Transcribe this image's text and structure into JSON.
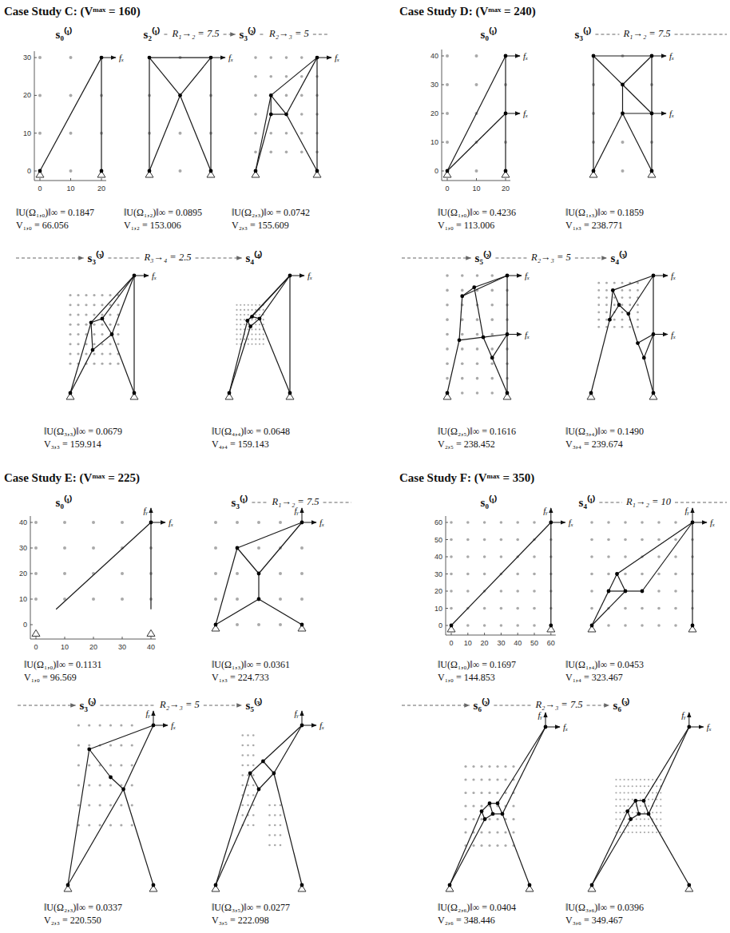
{
  "diagram": {
    "labels": [
      "Case Study C: (Vᵐᵃˣ = 160)",
      "s₀⁽¹⁾",
      "30",
      "20",
      "10",
      "0",
      "0",
      "10",
      "20",
      "fₓ",
      "‖U(Ω₁,₀)‖∞ = 0.1847",
      "V₁,₀ = 66.056",
      "s₂⁽¹⁾",
      "R₁→₂ = 7.5",
      "s₃⁽²⁾",
      "R₂→₃ = 5",
      "fₓ",
      "fₓ",
      "‖U(Ω₁,₂)‖∞ = 0.0895",
      "V₁,₂ = 153.006",
      "‖U(Ω₂,₃)‖∞ = 0.0742",
      "V₂,₃ = 155.609",
      "s₃⁽³⁾",
      "R₃→₄ = 2.5",
      "s₄⁽⁴⁾",
      "fₓ",
      "fₓ",
      "‖U(Ω₃,₃)‖∞ = 0.0679",
      "V₃,₃ = 159.914",
      "‖U(Ω₄,₄)‖∞ = 0.0648",
      "V₄,₄ = 159.143",
      "Case Study D: (Vᵐᵃˣ = 240)",
      "s₀⁽¹⁾",
      "40",
      "30",
      "20",
      "10",
      "0",
      "0",
      "10",
      "20",
      "fₓ",
      "fₓ",
      "‖U(Ω₁,₀)‖∞ = 0.4236",
      "V₁,₀ = 113.006",
      "s₃⁽¹⁾",
      "R₁→₂ = 7.5",
      "fₓ",
      "fₓ",
      "‖U(Ω₁,₃)‖∞ = 0.1859",
      "V₁,₃ = 238.771",
      "s₅⁽²⁾",
      "R₂→₃ = 5",
      "s₄⁽³⁾",
      "fₓ",
      "fₓ",
      "fₓ",
      "fₓ",
      "‖U(Ω₂,₅)‖∞ = 0.1616",
      "V₂,₅ = 238.452",
      "‖U(Ω₃,₄)‖∞ = 0.1490",
      "V₃,₄ = 239.674",
      "Case Study E: (Vᵐᵃˣ = 225)",
      "s₀⁽¹⁾",
      "40",
      "30",
      "20",
      "10",
      "0",
      "0",
      "10",
      "20",
      "30",
      "40",
      "fᵧ",
      "fₓ",
      "‖U(Ω₁,₀)‖∞ = 0.1131",
      "V₁,₀ = 96.569",
      "s₃⁽¹⁾",
      "R₁→₂ = 7.5",
      "fᵧ",
      "fₓ",
      "‖U(Ω₁,₃)‖∞ = 0.0361",
      "V₁,₃ = 224.733",
      "s₃⁽²⁾",
      "R₂→₃ = 5",
      "s₅⁽³⁾",
      "fᵧ",
      "fₓ",
      "fᵧ",
      "fₓ",
      "‖U(Ω₂,₃)‖∞ = 0.0337",
      "V₂,₃ = 220.550",
      "‖U(Ω₃,₅)‖∞ = 0.0277",
      "V₃,₅ = 222.098",
      "Case Study F: (Vᵐᵃˣ = 350)",
      "s₀⁽¹⁾",
      "60",
      "50",
      "40",
      "30",
      "20",
      "10",
      "0",
      "0",
      "10",
      "20",
      "30",
      "40",
      "50",
      "60",
      "fᵧ",
      "fₓ",
      "‖U(Ω₁,₀)‖∞ = 0.1697",
      "V₁,₀ = 144.853",
      "s₄⁽¹⁾",
      "R₁→₂ = 10",
      "fᵧ",
      "fₓ",
      "‖U(Ω₁,₄)‖∞ = 0.0453",
      "V₁,₄ = 323.467",
      "s₆⁽²⁾",
      "R₂→₃ = 7.5",
      "s₆⁽³⁾",
      "fᵧ",
      "fₓ",
      "fᵧ",
      "fₓ",
      "‖U(Ω₂,₆)‖∞ = 0.0404",
      "V₂,₆ = 348.446",
      "‖U(Ω₃,₆)‖∞ = 0.0396",
      "V₃,₆ = 349.467"
    ]
  }
}
